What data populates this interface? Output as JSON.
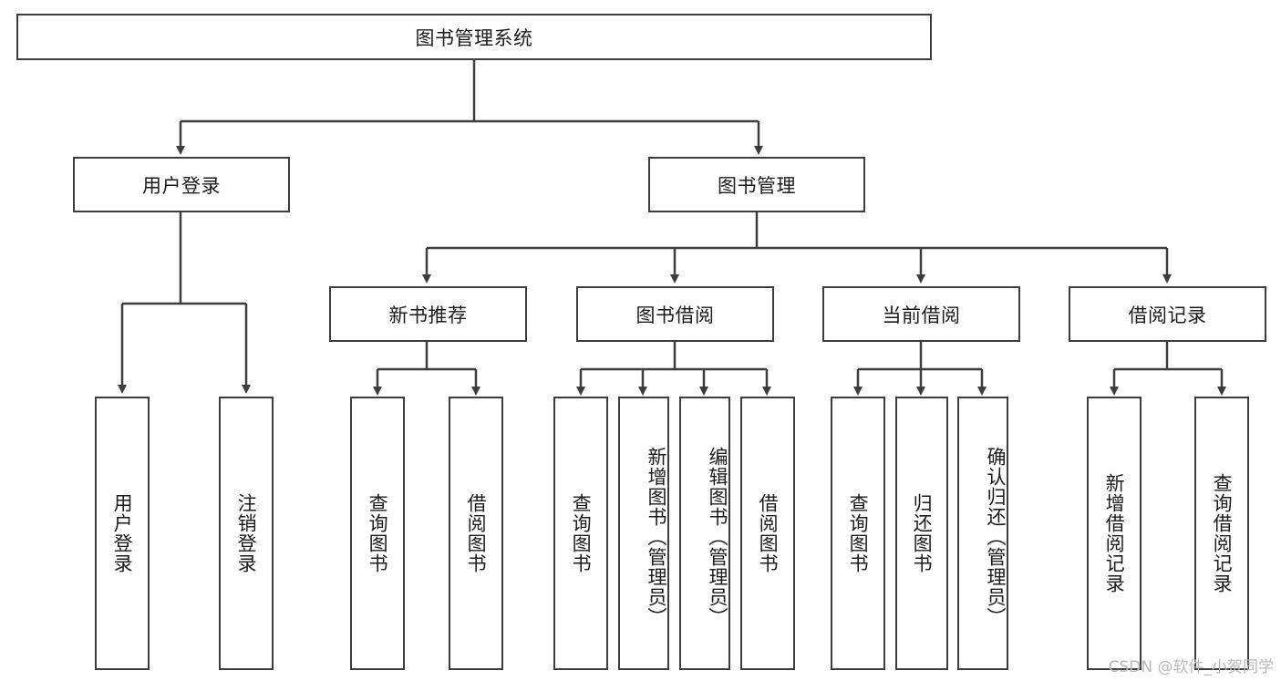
{
  "diagram": {
    "type": "tree",
    "title": "图书管理系统",
    "orientation": "top-down",
    "line_color": "#3d3d3d",
    "box_fill": "#ffffff",
    "text_color": "#1b1b1b"
  },
  "nodes": {
    "root": {
      "label": "图书管理系统",
      "level": 1
    },
    "n_user_login": {
      "label": "用户登录",
      "level": 2
    },
    "n_book_manage": {
      "label": "图书管理",
      "level": 2
    },
    "n_new_book_rec": {
      "label": "新书推荐",
      "level": 3
    },
    "n_book_borrow": {
      "label": "图书借阅",
      "level": 3
    },
    "n_current_borrow": {
      "label": "当前借阅",
      "level": 3
    },
    "n_borrow_record": {
      "label": "借阅记录",
      "level": 3
    },
    "l_user_login": {
      "label": "用户登录",
      "level": 4
    },
    "l_logout": {
      "label": "注销登录",
      "level": 4
    },
    "l_query_book_1": {
      "label": "查询图书",
      "level": 4
    },
    "l_borrow_book_1": {
      "label": "借阅图书",
      "level": 4
    },
    "l_query_book_2": {
      "label": "查询图书",
      "level": 4
    },
    "l_add_book": {
      "label": "新增图书（管理员）",
      "level": 4
    },
    "l_edit_book": {
      "label": "编辑图书（管理员）",
      "level": 4
    },
    "l_borrow_book_2": {
      "label": "借阅图书",
      "level": 4
    },
    "l_query_book_3": {
      "label": "查询图书",
      "level": 4
    },
    "l_return_book": {
      "label": "归还图书",
      "level": 4
    },
    "l_confirm_return": {
      "label": "确认归还（管理员）",
      "level": 4
    },
    "l_add_record": {
      "label": "新增借阅记录",
      "level": 4
    },
    "l_query_record": {
      "label": "查询借阅记录",
      "level": 4
    }
  },
  "watermark": {
    "text": "CSDN @软件_小贺同学"
  }
}
